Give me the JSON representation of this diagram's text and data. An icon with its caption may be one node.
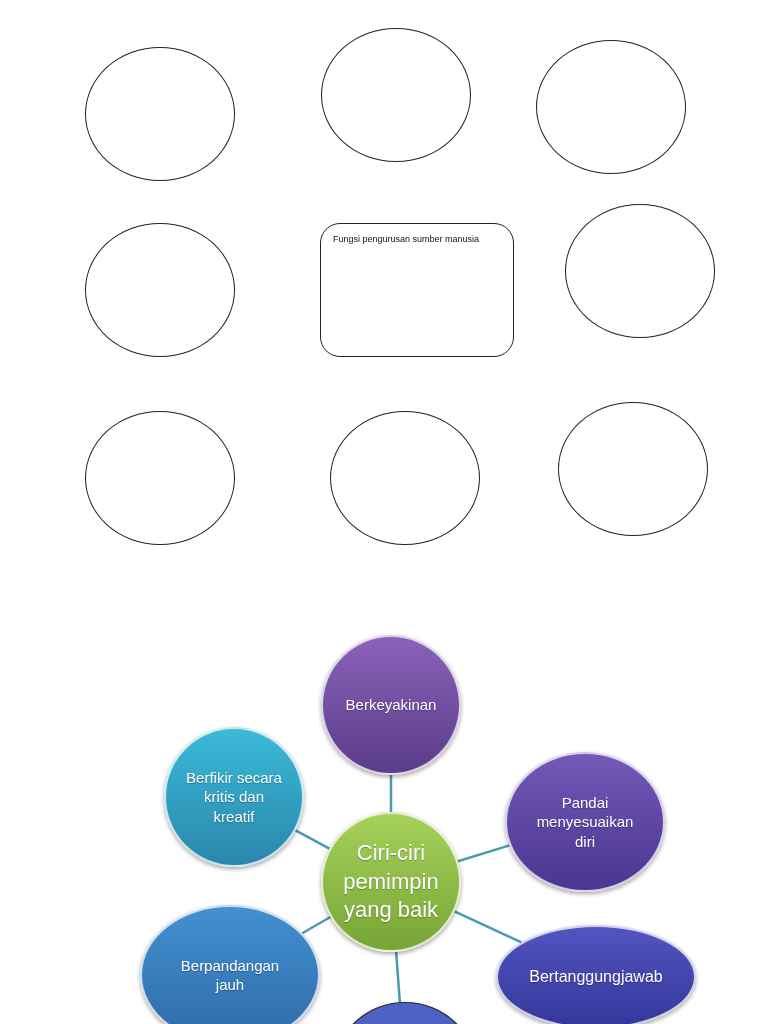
{
  "diagram": {
    "nodes": [
      {
        "text": [],
        "shape": "circle"
      },
      {
        "text": [],
        "shape": "circle"
      },
      {
        "text": [],
        "shape": "circle"
      },
      {
        "text": [],
        "shape": "circle"
      },
      {
        "text": [
          "Fungsi pengurusan sumber manusia"
        ]
      },
      {
        "text": [],
        "shape": "circle"
      },
      {
        "text": [],
        "shape": "circle"
      },
      {
        "text": [],
        "shape": "circle"
      },
      {
        "text": [],
        "shape": "circle"
      },
      {
        "text": [
          "Ciri-ciri pemimpin yang baik"
        ]
      },
      {
        "text": [
          "Berkeyakinan"
        ]
      },
      {
        "text": [
          "Pandai menyesuaikan diri"
        ]
      },
      {
        "text": [
          "Bertanggungjawab"
        ]
      },
      {
        "text": [],
        "shape": "circle"
      },
      {
        "text": [
          "Berpandangan jauh"
        ]
      },
      {
        "text": [
          "Berfikir secara kritis dan kreatif"
        ]
      }
    ],
    "edges": [
      {
        "from": 9,
        "to": 10,
        "arrow": "none"
      },
      {
        "from": 9,
        "to": 11,
        "arrow": "none"
      },
      {
        "from": 9,
        "to": 12,
        "arrow": "none"
      },
      {
        "from": 9,
        "to": 13,
        "arrow": "none"
      },
      {
        "from": 9,
        "to": 14,
        "arrow": "none"
      },
      {
        "from": 9,
        "to": 15,
        "arrow": "none"
      }
    ]
  }
}
